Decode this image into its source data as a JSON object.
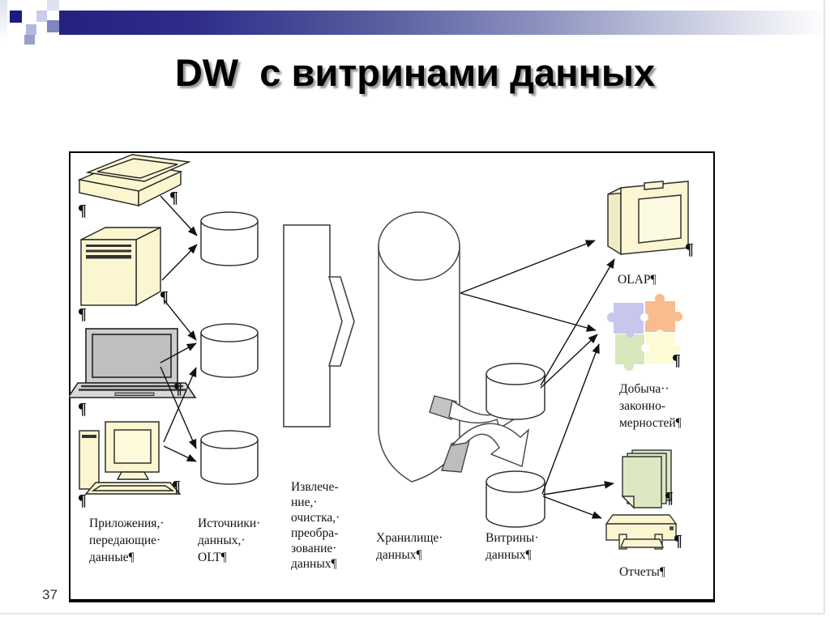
{
  "title": "DW  с витринами данных",
  "page": {
    "number": "37"
  },
  "marks": {
    "pilcrow": "¶"
  },
  "colors": {
    "accent_navy": "#23237f",
    "icon_cream": "#fbf6d0",
    "icon_gray": "#c9c9c9",
    "doc_green": "#dce8c4",
    "puzzle_lavender": "#c6c6ee",
    "puzzle_orange": "#f7bd8e",
    "puzzle_green": "#d9e7bd",
    "puzzle_yellow": "#fdfbd4"
  },
  "labels": {
    "apps": [
      "Приложения,·",
      "передающие·",
      "данные¶"
    ],
    "sources": [
      "Источники·",
      "данных,·",
      "OLT¶"
    ],
    "etl": [
      "Извлече-",
      "ние,·",
      "очистка,·",
      "преобра-",
      "зование·",
      "данных¶"
    ],
    "warehouse": [
      "Хранилище·",
      "данных¶"
    ],
    "marts": [
      "Витрины·",
      "данных¶"
    ],
    "olap": "OLAP¶",
    "mining": [
      "Добыча··",
      "законно-",
      "мерностей¶"
    ],
    "reports": "Отчеты¶"
  },
  "icons": [
    "scanner-icon",
    "server-icon",
    "laptop-icon",
    "desktop-computer-icon",
    "database-cylinder-icon",
    "etl-arrow-icon",
    "warehouse-cylinder-icon",
    "data-mart-cylinder-icon",
    "olap-monitor-icon",
    "puzzle-mining-icon",
    "documents-icon",
    "printer-icon"
  ]
}
